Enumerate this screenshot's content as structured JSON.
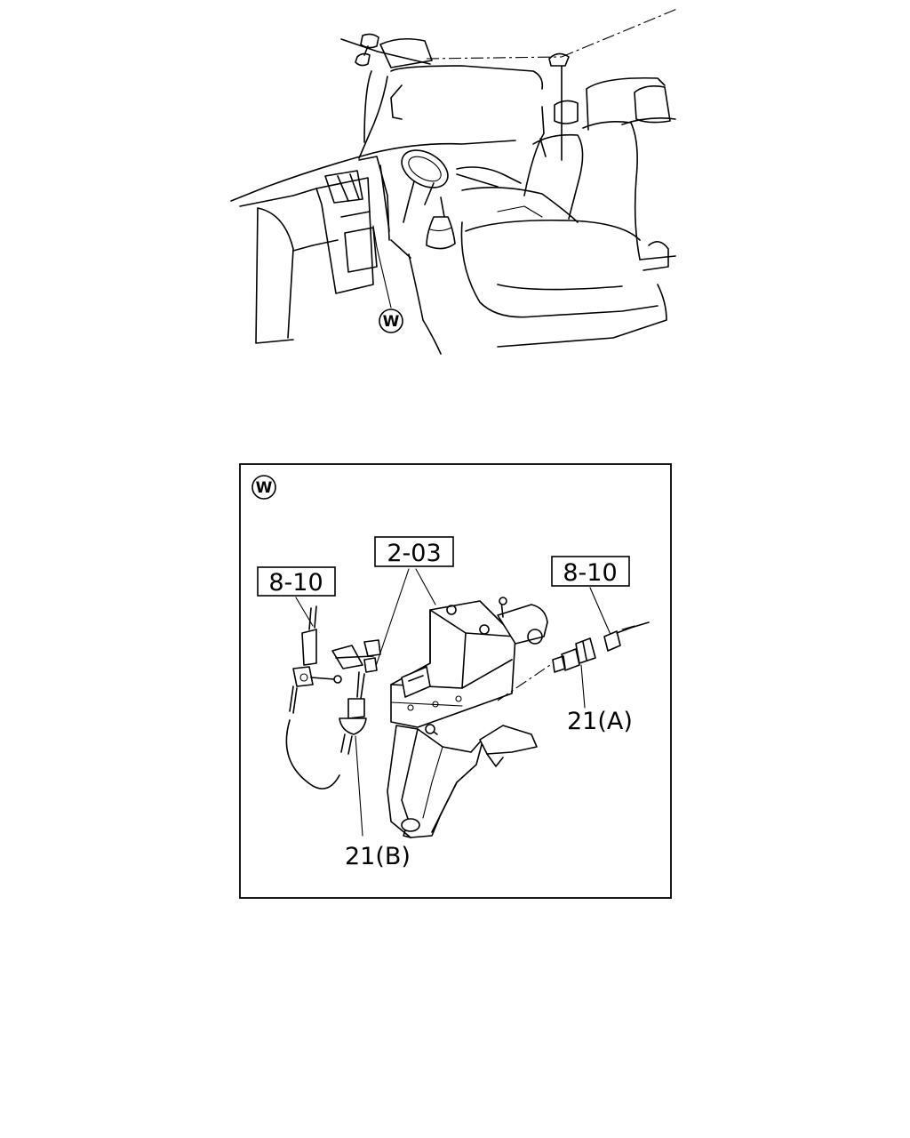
{
  "overview": {
    "view_marker": "W"
  },
  "detail": {
    "view_marker": "W",
    "refs": {
      "left": "8-10",
      "center": "2-03",
      "right": "8-10"
    },
    "parts": {
      "switch_a": "21(A)",
      "switch_b": "21(B)"
    }
  }
}
